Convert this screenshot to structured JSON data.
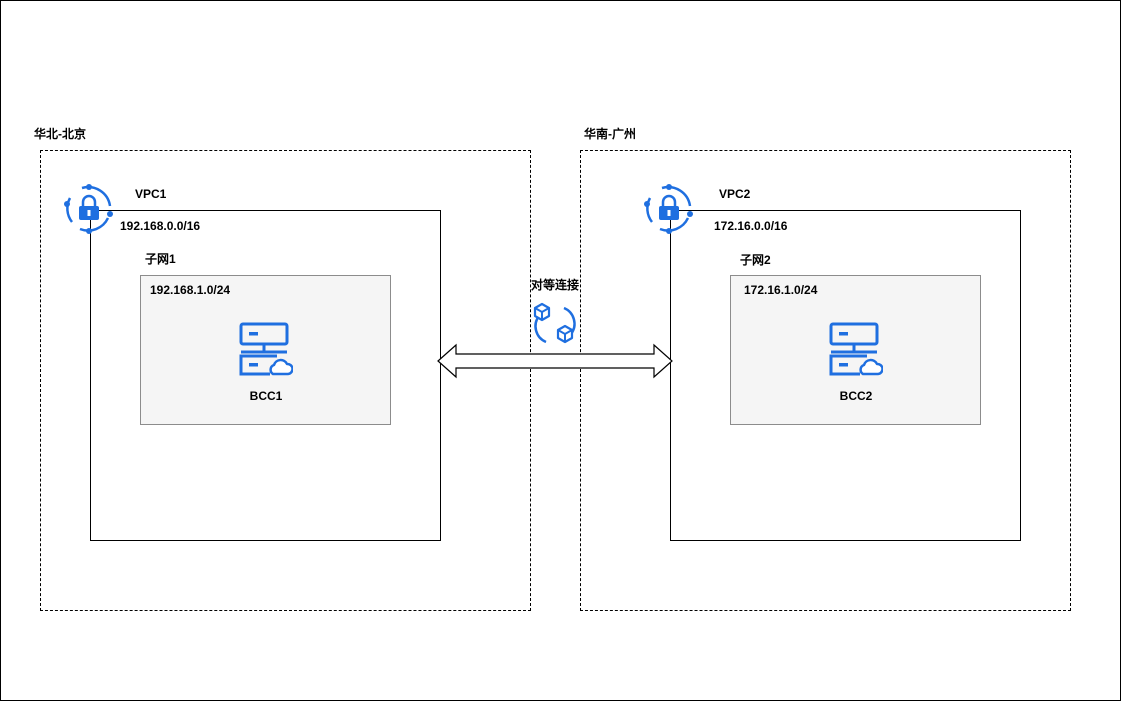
{
  "colors": {
    "accent": "#1f6fe0",
    "line": "#000000",
    "subnet_fill": "#f5f5f5"
  },
  "regions": [
    {
      "name": "华北-北京",
      "vpc": {
        "name": "VPC1",
        "cidr": "192.168.0.0/16"
      },
      "subnet": {
        "name": "子网1",
        "cidr": "192.168.1.0/24"
      },
      "server": {
        "name": "BCC1",
        "icon": "cloud-server-icon"
      }
    },
    {
      "name": "华南-广州",
      "vpc": {
        "name": "VPC2",
        "cidr": "172.16.0.0/16"
      },
      "subnet": {
        "name": "子网2",
        "cidr": "172.16.1.0/24"
      },
      "server": {
        "name": "BCC2",
        "icon": "cloud-server-icon"
      }
    }
  ],
  "peering": {
    "label": "对等连接",
    "icon": "peering-connection-icon"
  },
  "icons": {
    "vpc": "vpc-lock-icon"
  }
}
